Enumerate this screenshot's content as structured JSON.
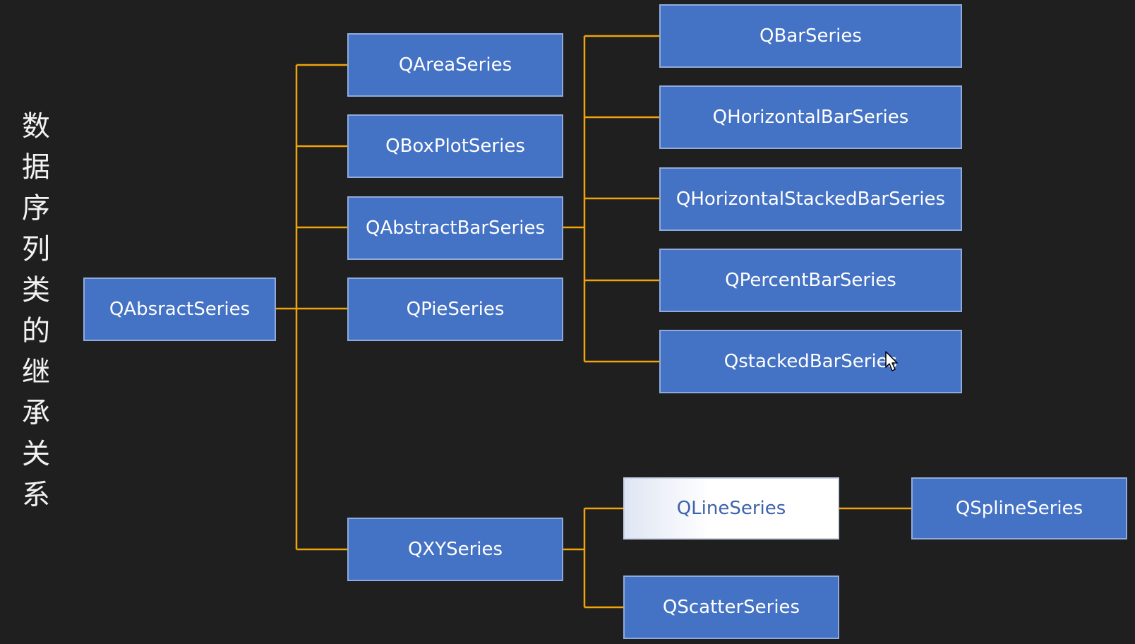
{
  "title_chars": [
    "数",
    "据",
    "序",
    "列",
    "类",
    "的",
    "继",
    "承",
    "关",
    "系"
  ],
  "root": "QAbsractSeries",
  "level1": {
    "area": "QAreaSeries",
    "boxplot": "QBoxPlotSeries",
    "abstract_bar": "QAbstractBarSeries",
    "pie": "QPieSeries",
    "xy": "QXYSeries"
  },
  "bar_children": {
    "bar": "QBarSeries",
    "horizontal_bar": "QHorizontalBarSeries",
    "horizontal_stacked_bar": "QHorizontalStackedBarSeries",
    "percent_bar": "QPercentBarSeries",
    "stacked_bar": "QstackedBarSeries"
  },
  "xy_children": {
    "line": "QLineSeries",
    "scatter": "QScatterSeries"
  },
  "line_children": {
    "spline": "QSplineSeries"
  },
  "colors": {
    "background": "#1f1f1f",
    "node_fill": "#4472c4",
    "node_border": "#8faadc",
    "connector": "#f0a30a",
    "title_text": "#f2f2f2"
  }
}
